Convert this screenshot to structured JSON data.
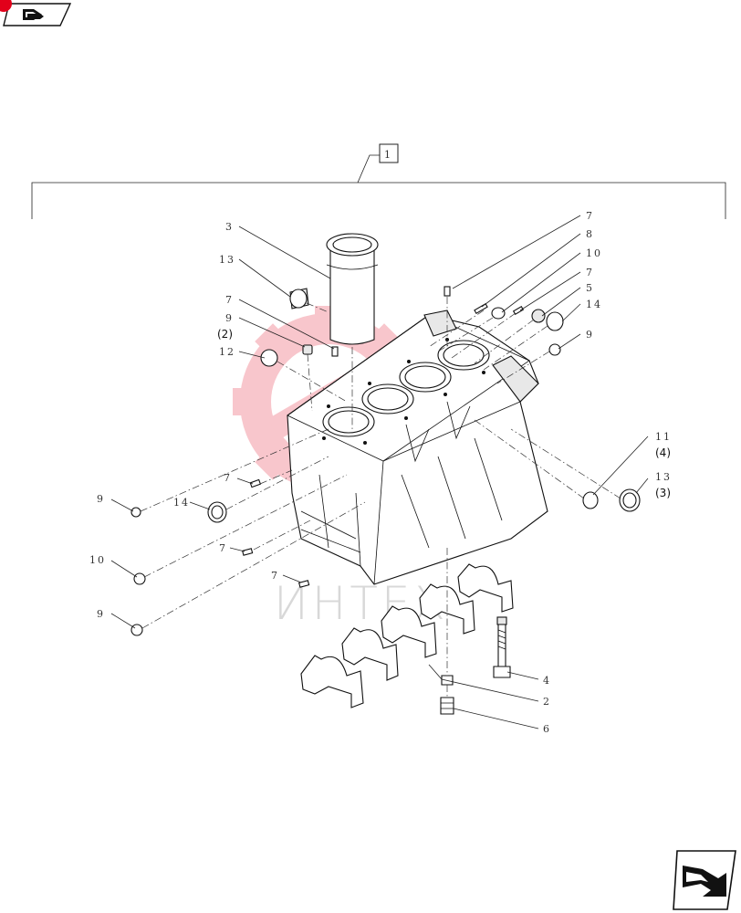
{
  "nav": {
    "back_icon": "back-arrow-icon",
    "next_icon": "next-arrow-icon",
    "accent": "#e2001a"
  },
  "assembly_label": "1",
  "watermark_text": "ИНТЕХ",
  "callouts": {
    "c3": "3",
    "c13a": "13",
    "c7a": "7",
    "c9a": "9",
    "p2": "(2)",
    "c12": "12",
    "c7b": "7",
    "c8": "8",
    "c10a": "10",
    "c7c": "7",
    "c5": "5",
    "c14a": "14",
    "c9b": "9",
    "c11": "11",
    "p4": "(4)",
    "c13b": "13",
    "p3": "(3)",
    "c7d": "7",
    "c9c": "9",
    "c14b": "14",
    "c7e": "7",
    "c10b": "10",
    "c7f": "7",
    "c9d": "9",
    "c4": "4",
    "c2": "2",
    "c6": "6"
  }
}
